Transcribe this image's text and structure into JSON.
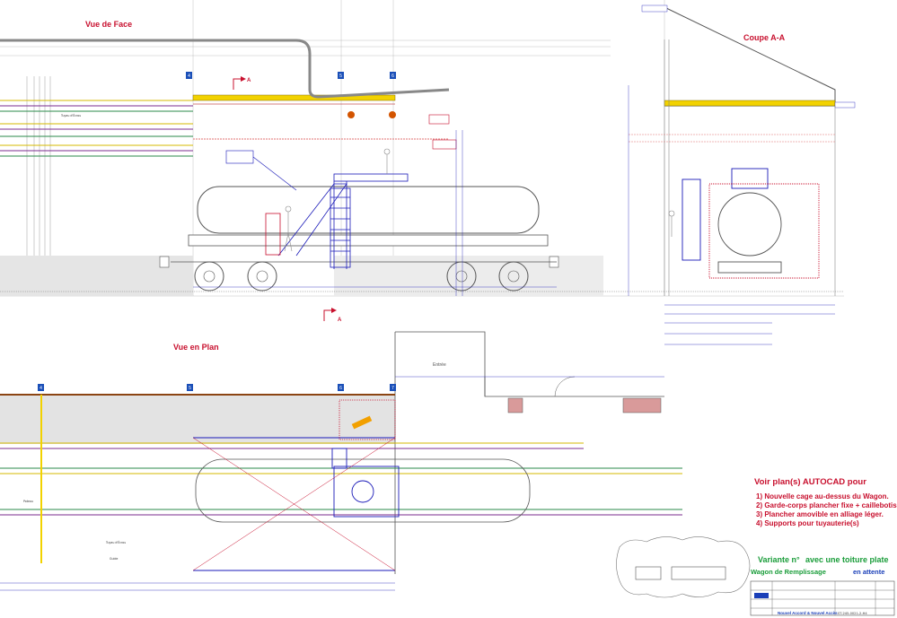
{
  "views": {
    "front": "Vue de Face",
    "section": "Coupe A-A",
    "plan": "Vue en Plan"
  },
  "section_markers": {
    "top": "A",
    "bottom": "A"
  },
  "grid_ids": [
    "4",
    "5",
    "6",
    "7"
  ],
  "notes": {
    "heading": "Voir plan(s) AUTOCAD pour",
    "items": [
      "1) Nouvelle cage au-dessus du Wagon.",
      "2) Garde-corps plancher fixe + caillebotis",
      "3) Plancher amovible en alliage léger.",
      "4) Supports pour tuyauterie(s)"
    ]
  },
  "variant": {
    "title": "Variante n°",
    "suffix": "avec une toiture plate",
    "subtitle_green": "Wagon de Remplissage",
    "subtitle_blue": "en attente"
  },
  "title_block": {
    "client_line": "Nouvel Accord & Nouvel Accès",
    "drawing_no": "ST-245-0021-2-H4"
  },
  "small_labels": {
    "entrance": "Entrée",
    "tuyau": "Tuyau d'Écrou",
    "poteau": "Poteau",
    "guide": "Guide"
  },
  "colors": {
    "red": "#c8102e",
    "blue": "#1a1ab8",
    "yellow": "#f2d200",
    "green": "#1a9d3a",
    "gray": "#888888"
  }
}
